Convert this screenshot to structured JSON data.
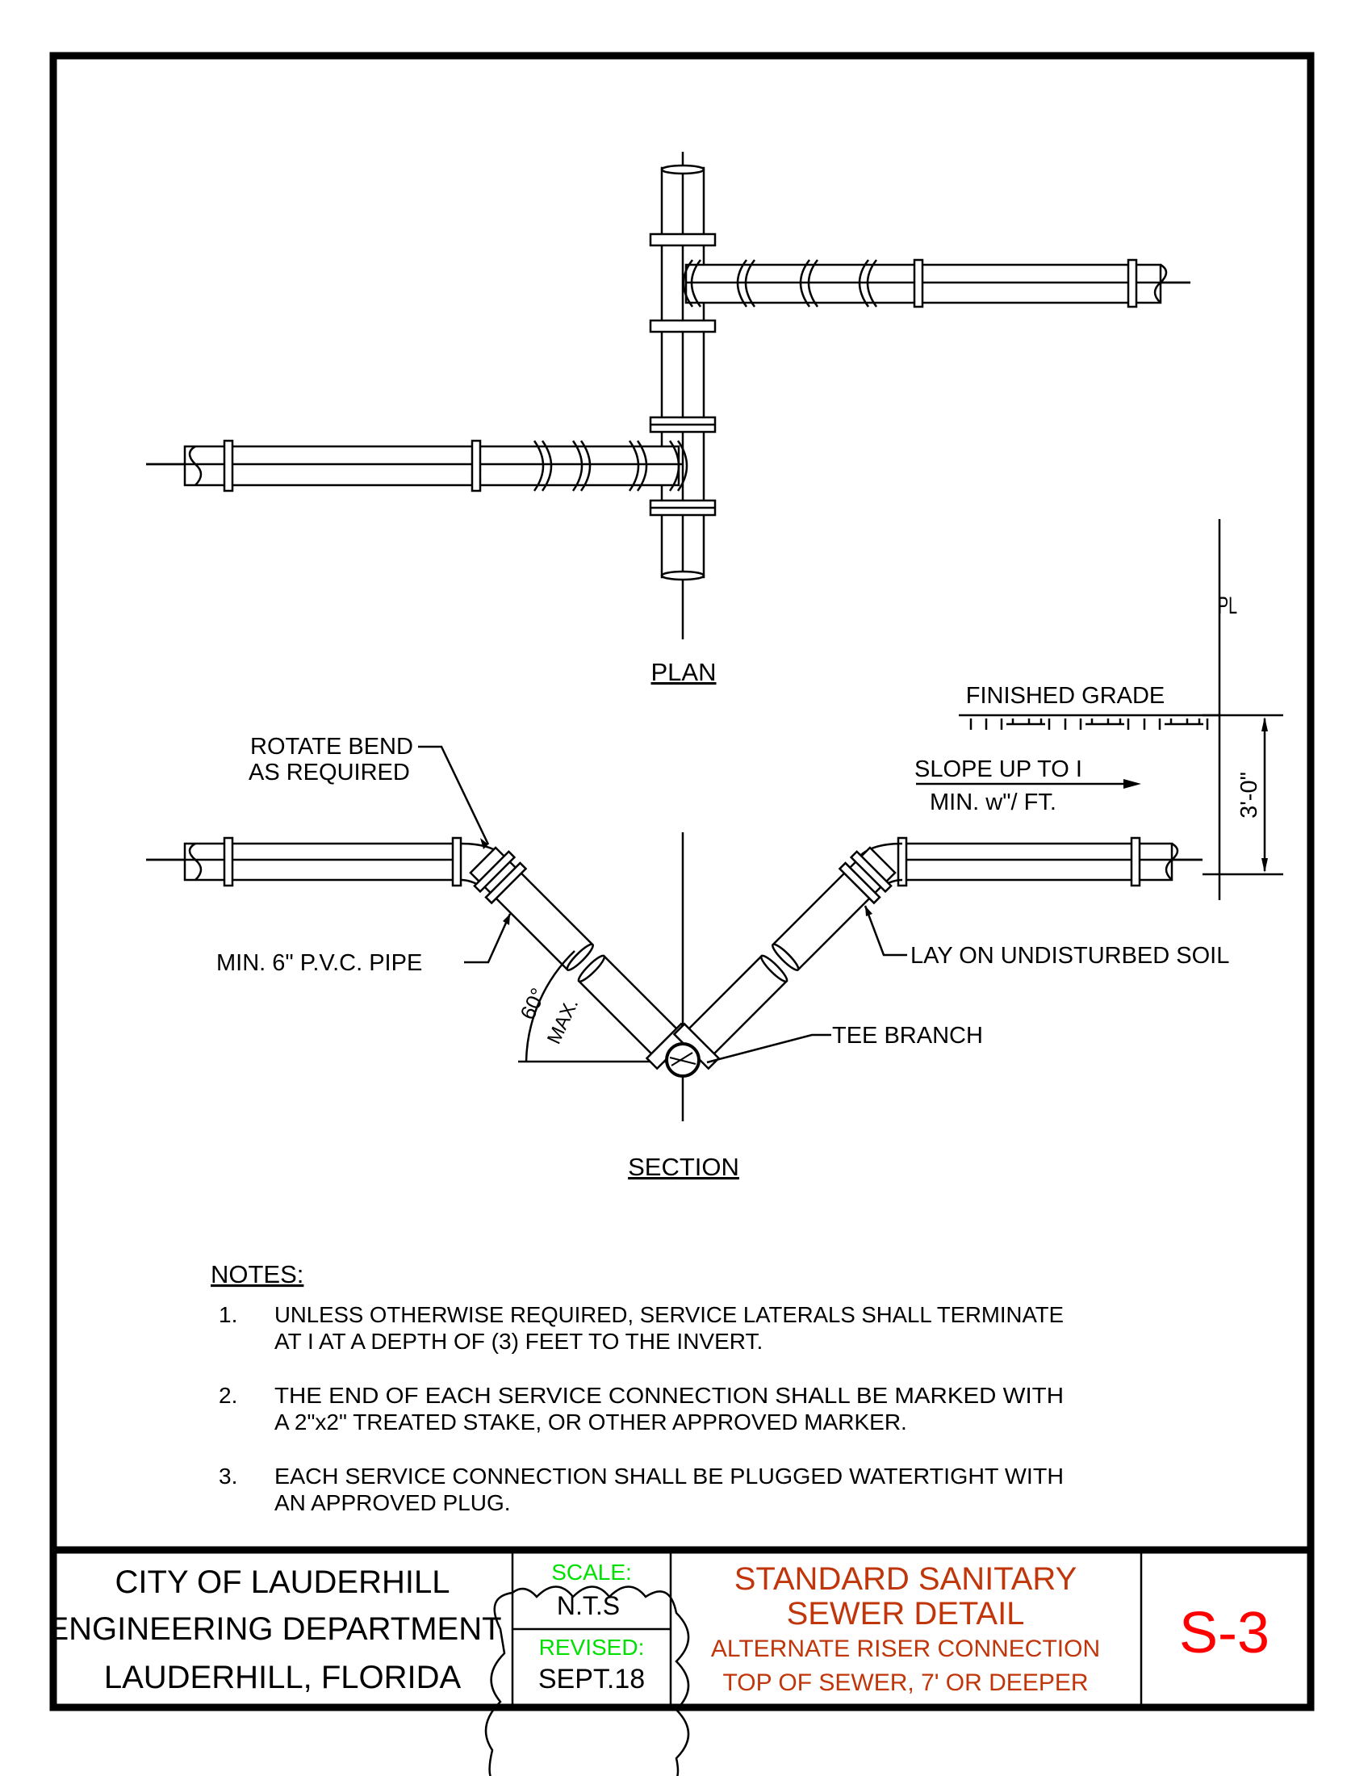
{
  "plan": {
    "label": "PLAN"
  },
  "section": {
    "label": "SECTION",
    "rotate_bend_line1": "ROTATE BEND",
    "rotate_bend_line2": "AS REQUIRED",
    "pipe_label": "MIN. 6\" P.V.C. PIPE",
    "lay_label": "LAY ON UNDISTURBED SOIL",
    "tee_label": "TEE BRANCH",
    "slope_line1": "SLOPE UP TO I",
    "slope_line2": "MIN. w\"/ FT.",
    "finished_grade": "FINISHED GRADE",
    "depth_dim": "3'-0\"",
    "angle_label": "60°",
    "angle_max": "MAX.",
    "pl_symbol": "PL"
  },
  "notes": {
    "title": "NOTES:",
    "items": [
      {
        "num": "1.",
        "line1": "UNLESS OTHERWISE REQUIRED, SERVICE LATERALS SHALL TERMINATE",
        "line2": "AT I AT A DEPTH OF (3) FEET TO THE INVERT."
      },
      {
        "num": "2.",
        "line1": "THE END OF EACH SERVICE CONNECTION SHALL BE MARKED WITH",
        "line2": "A 2\"x2\" TREATED STAKE, OR OTHER APPROVED MARKER."
      },
      {
        "num": "3.",
        "line1": "EACH SERVICE CONNECTION SHALL BE PLUGGED WATERTIGHT WITH",
        "line2": "AN APPROVED PLUG."
      }
    ]
  },
  "title_block": {
    "agency_line1": "CITY OF LAUDERHILL",
    "agency_line2": "ENGINEERING DEPARTMENT",
    "agency_line3": "LAUDERHILL, FLORIDA",
    "scale_label": "SCALE:",
    "scale_value": "N.T.S",
    "revised_label": "REVISED:",
    "revised_value": "SEPT.18",
    "title_line1": "STANDARD SANITARY",
    "title_line2": "SEWER DETAIL",
    "subtitle_line1": "ALTERNATE RISER CONNECTION",
    "subtitle_line2": "TOP OF SEWER, 7' OR DEEPER",
    "sheet_number": "S-3"
  },
  "colors": {
    "green": "#00e000",
    "title_red": "#c0360a",
    "sheet_red": "#ff0000"
  }
}
